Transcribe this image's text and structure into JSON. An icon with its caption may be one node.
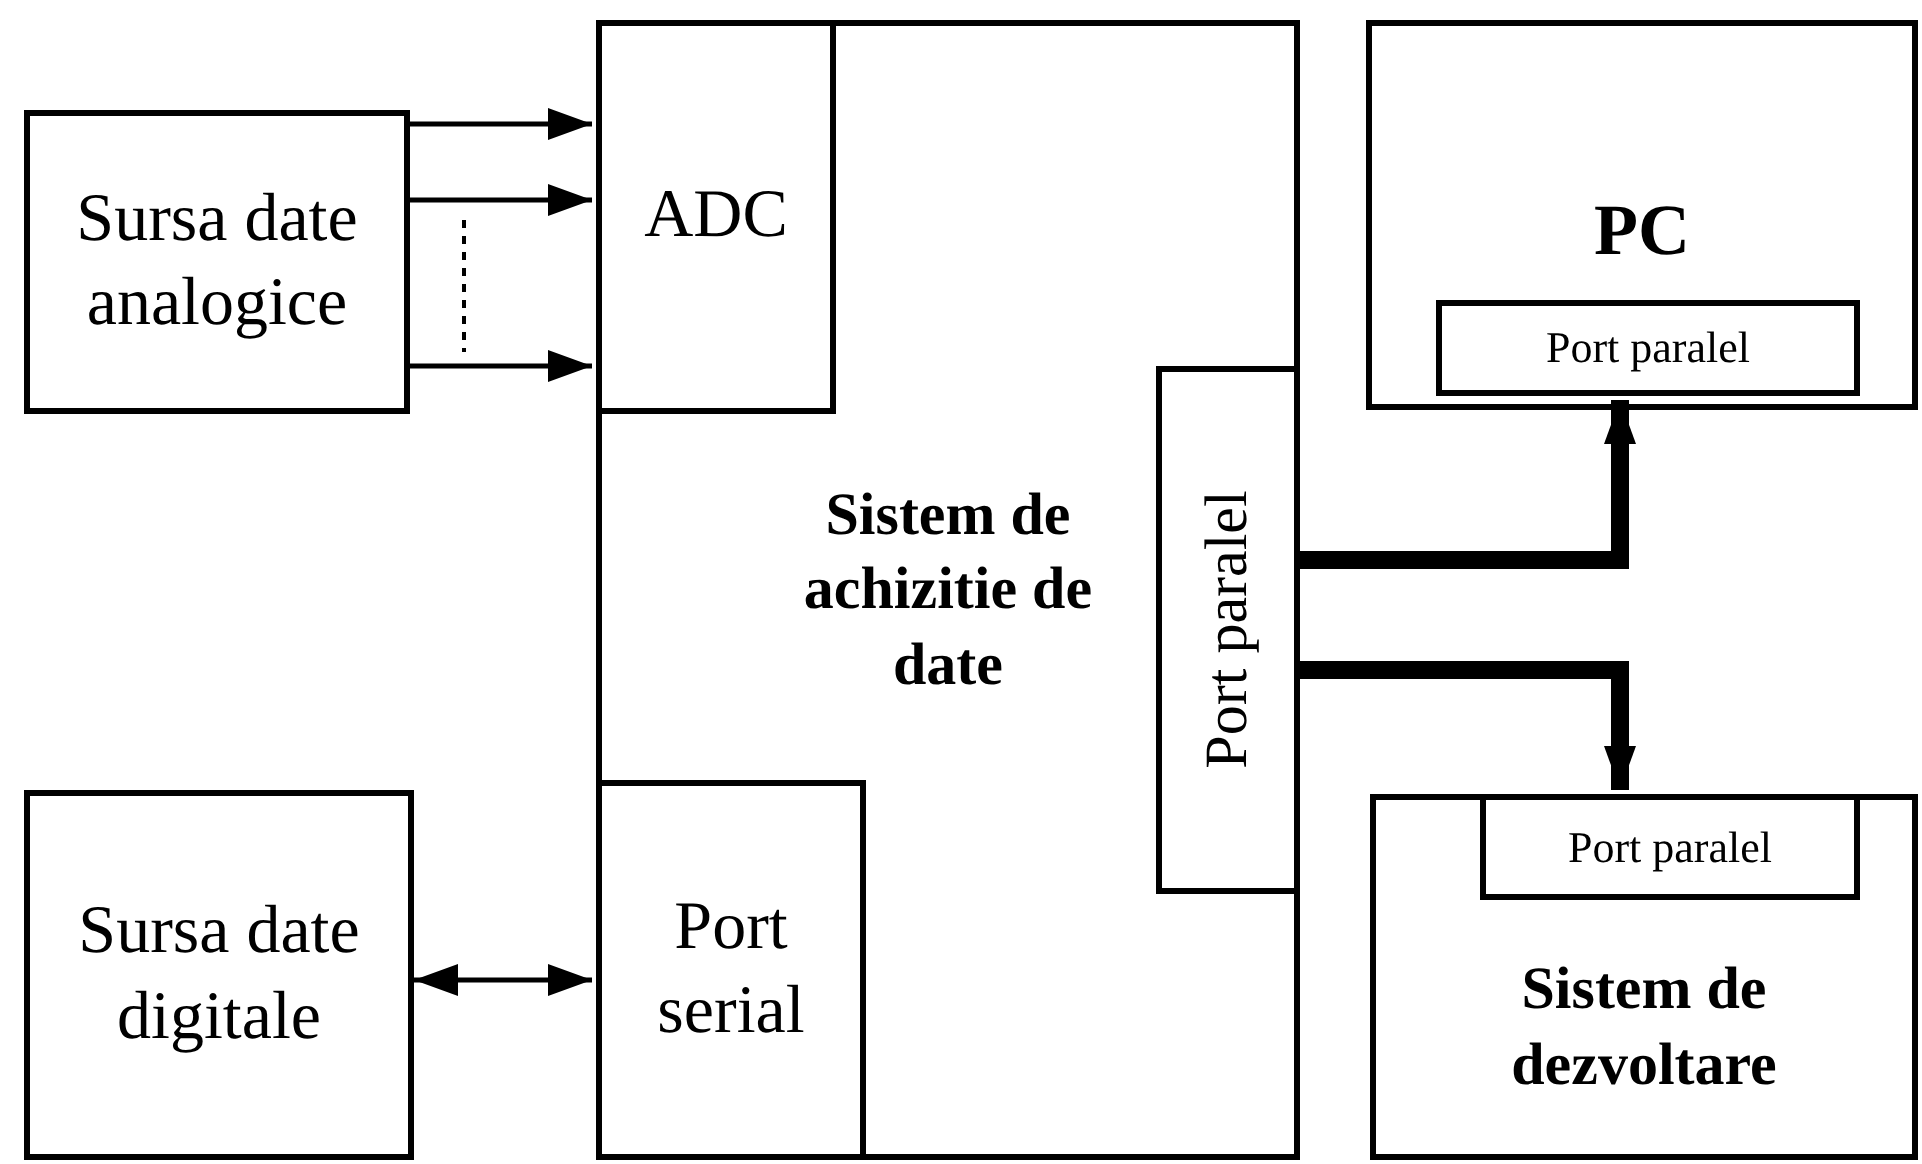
{
  "diagram": {
    "nodes": [
      {
        "text": [
          "Sursa date analogice"
        ]
      },
      {
        "text": [
          "Sistem de achizitie de date"
        ]
      },
      {
        "text": [
          "ADC"
        ],
        "in": 1
      },
      {
        "text": [
          "Port serial"
        ],
        "in": 1
      },
      {
        "text": [
          "Port paralel"
        ],
        "in": 1
      },
      {
        "text": [
          "PC"
        ]
      },
      {
        "text": [
          "Port paralel"
        ],
        "in": 5
      },
      {
        "text": [
          "Sistem de dezvoltare"
        ]
      },
      {
        "text": [
          "Port paralel"
        ],
        "in": 7
      },
      {
        "text": [
          "Sursa date digitale"
        ]
      }
    ],
    "edges": [
      {
        "from": 0,
        "to": 2,
        "arrow": "to"
      },
      {
        "from": 0,
        "to": 2,
        "arrow": "to"
      },
      {
        "from": 0,
        "to": 2,
        "arrow": "to"
      },
      {
        "from": 9,
        "to": 3,
        "arrow": "both"
      },
      {
        "from": 4,
        "to": 6,
        "arrow": "to",
        "style": "thick"
      },
      {
        "from": 4,
        "to": 8,
        "arrow": "to",
        "style": "thick"
      }
    ]
  }
}
